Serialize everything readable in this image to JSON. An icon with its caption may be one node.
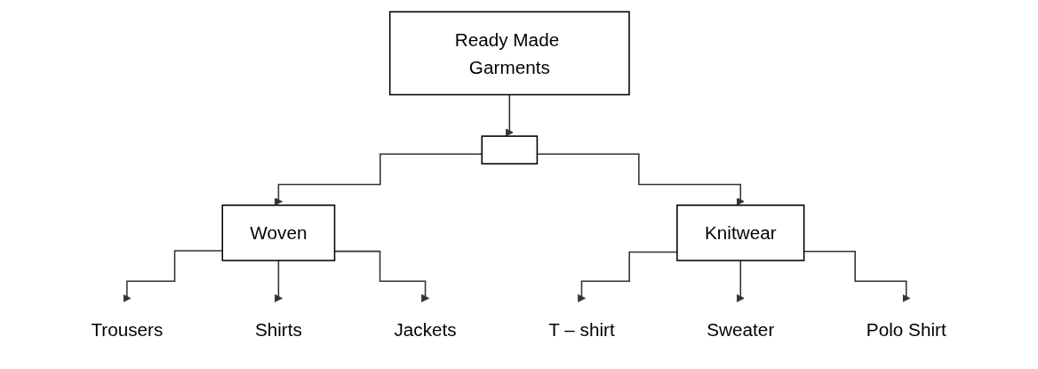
{
  "diagram": {
    "nodes": [
      {
        "text": [
          "Ready Made Garments"
        ]
      },
      {
        "text": [],
        "shape": "bar"
      },
      {
        "text": [
          "Woven"
        ]
      },
      {
        "text": [
          "Knitwear"
        ]
      },
      {
        "text": [
          "Trousers"
        ]
      },
      {
        "text": [
          "Shirts"
        ]
      },
      {
        "text": [
          "Jackets"
        ]
      },
      {
        "text": [
          "T – shirt"
        ]
      },
      {
        "text": [
          "Sweater"
        ]
      },
      {
        "text": [
          "Polo Shirt"
        ]
      }
    ],
    "edges": [
      {
        "from": 0,
        "to": 1,
        "arrow": "to"
      },
      {
        "from": 1,
        "to": 2,
        "arrow": "to"
      },
      {
        "from": 1,
        "to": 3,
        "arrow": "to"
      },
      {
        "from": 2,
        "to": 4,
        "arrow": "to"
      },
      {
        "from": 2,
        "to": 5,
        "arrow": "to"
      },
      {
        "from": 2,
        "to": 6,
        "arrow": "to"
      },
      {
        "from": 3,
        "to": 7,
        "arrow": "to"
      },
      {
        "from": 3,
        "to": 8,
        "arrow": "to"
      },
      {
        "from": 3,
        "to": 9,
        "arrow": "to"
      }
    ]
  }
}
